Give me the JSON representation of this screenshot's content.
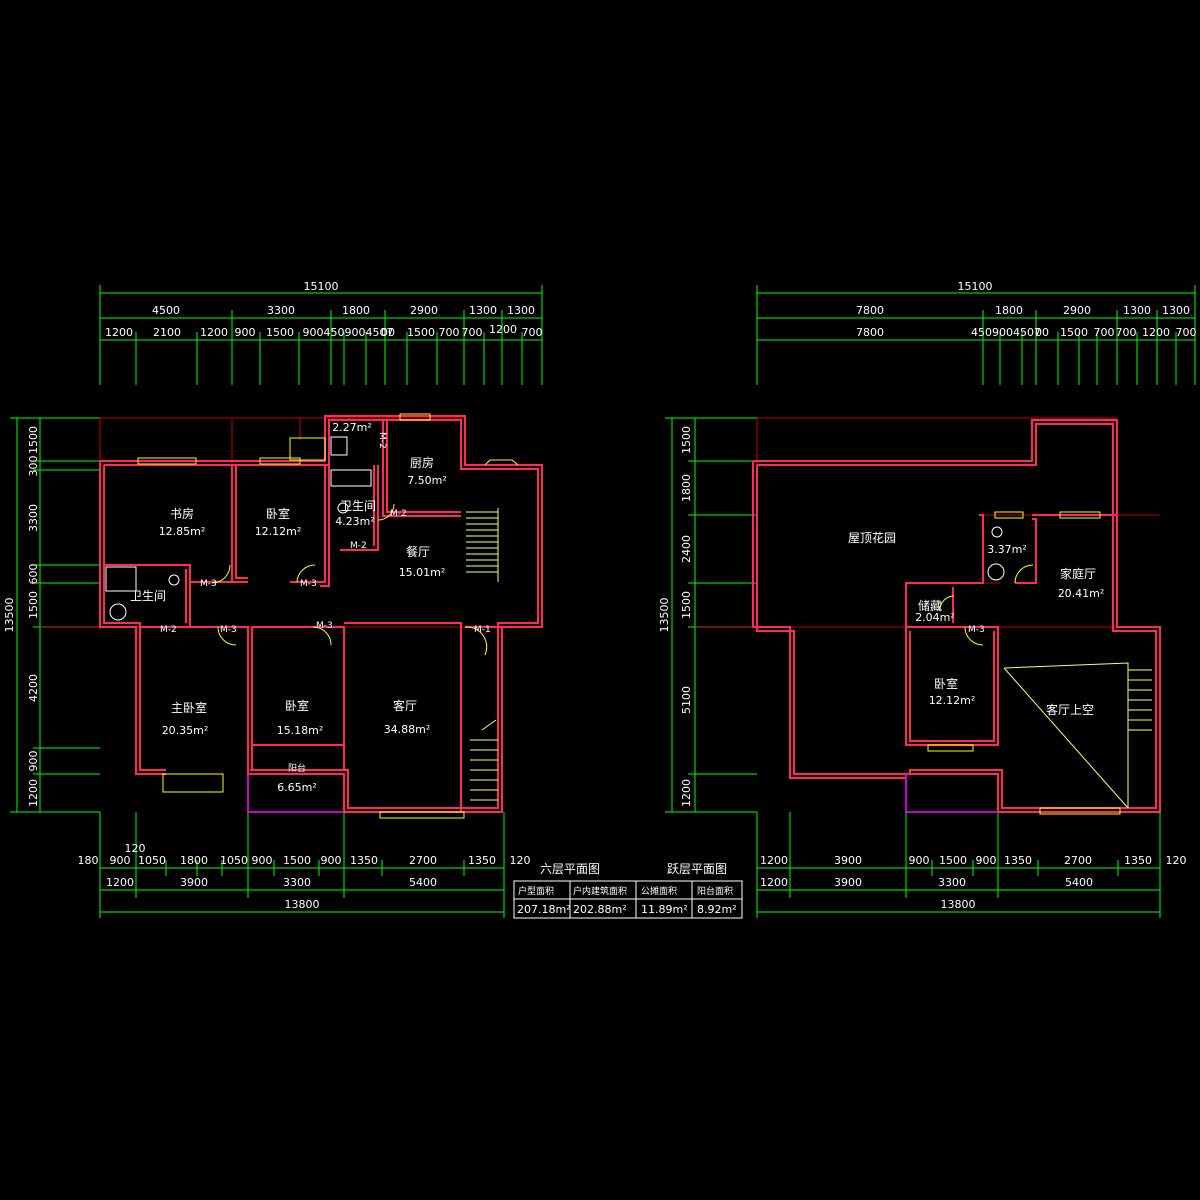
{
  "colors": {
    "background": "#000000",
    "wall": "#ff2a5a",
    "dimension": "#00ff00",
    "axis": "#ff0000",
    "window": "#ffff00",
    "stair": "#ffff66",
    "text": "#ffffff",
    "balcony": "#cc00cc"
  },
  "left_plan": {
    "top_total": "15100",
    "top_row1": [
      "4500",
      "3300",
      "1800",
      "2900",
      "1300",
      "1300"
    ],
    "top_row2": [
      "1200",
      "2100",
      "1200",
      "900",
      "1500",
      "9004509004507",
      "00",
      "1500",
      "700",
      "700",
      "1200",
      "700"
    ],
    "left_total": "13500",
    "left_dims": [
      "1500",
      "300",
      "3300",
      "600",
      "1500",
      "4200",
      "900",
      "1200"
    ],
    "bottom_row1": [
      "180",
      "900",
      "1050",
      "1800",
      "1050",
      "900",
      "1500",
      "900",
      "1350",
      "2700",
      "1350",
      "120"
    ],
    "bottom_extra": "120",
    "bottom_row2": [
      "1200",
      "3900",
      "3300",
      "5400"
    ],
    "bottom_total": "13800",
    "title": "六层平面图",
    "rooms": [
      {
        "name": "书房",
        "area": "12.85m²"
      },
      {
        "name": "卧室",
        "area": "12.12m²"
      },
      {
        "name": "卫生间",
        "area": "4.23m²"
      },
      {
        "name": "厨房",
        "area": "7.50m²"
      },
      {
        "name": "餐厅",
        "area": "15.01m²"
      },
      {
        "name": "卫生间",
        "area": ""
      },
      {
        "name": "主卧室",
        "area": "20.35m²"
      },
      {
        "name": "卧室",
        "area": "15.18m²"
      },
      {
        "name": "客厅",
        "area": "34.88m²"
      },
      {
        "name": "阳台",
        "area": "6.65m²"
      },
      {
        "name": "",
        "area": "2.27m²"
      }
    ],
    "doors": [
      "M-2",
      "M-2",
      "M-2",
      "M-3",
      "M-3",
      "M-2",
      "M-3",
      "M-3",
      "M-1"
    ]
  },
  "right_plan": {
    "top_total": "15100",
    "top_row1": [
      "7800",
      "1800",
      "2900",
      "1300",
      "1300"
    ],
    "top_row2": [
      "7800",
      "4509004507",
      "00",
      "1500",
      "700",
      "700",
      "1200",
      "700"
    ],
    "left_total": "13500",
    "left_dims": [
      "1500",
      "1800",
      "2400",
      "1500",
      "5100",
      "1200"
    ],
    "bottom_row1": [
      "1200",
      "3900",
      "900",
      "1500",
      "900",
      "1350",
      "2700",
      "1350",
      "120"
    ],
    "bottom_row2": [
      "1200",
      "3900",
      "3300",
      "5400"
    ],
    "bottom_total": "13800",
    "title": "跃层平面图",
    "rooms": [
      {
        "name": "屋顶花园",
        "area": ""
      },
      {
        "name": "",
        "area": "3.37m²"
      },
      {
        "name": "家庭厅",
        "area": "20.41m²"
      },
      {
        "name": "储藏",
        "area": "2.04m²"
      },
      {
        "name": "卧室",
        "area": "12.12m²"
      },
      {
        "name": "客厅上空",
        "area": ""
      }
    ],
    "doors": [
      "M-3"
    ]
  },
  "area_table": {
    "headers": [
      "户型面积",
      "户内建筑面积",
      "公摊面积",
      "阳台面积"
    ],
    "values": [
      "207.18m²",
      "202.88m²",
      "11.89m²",
      "8.92m²"
    ]
  }
}
